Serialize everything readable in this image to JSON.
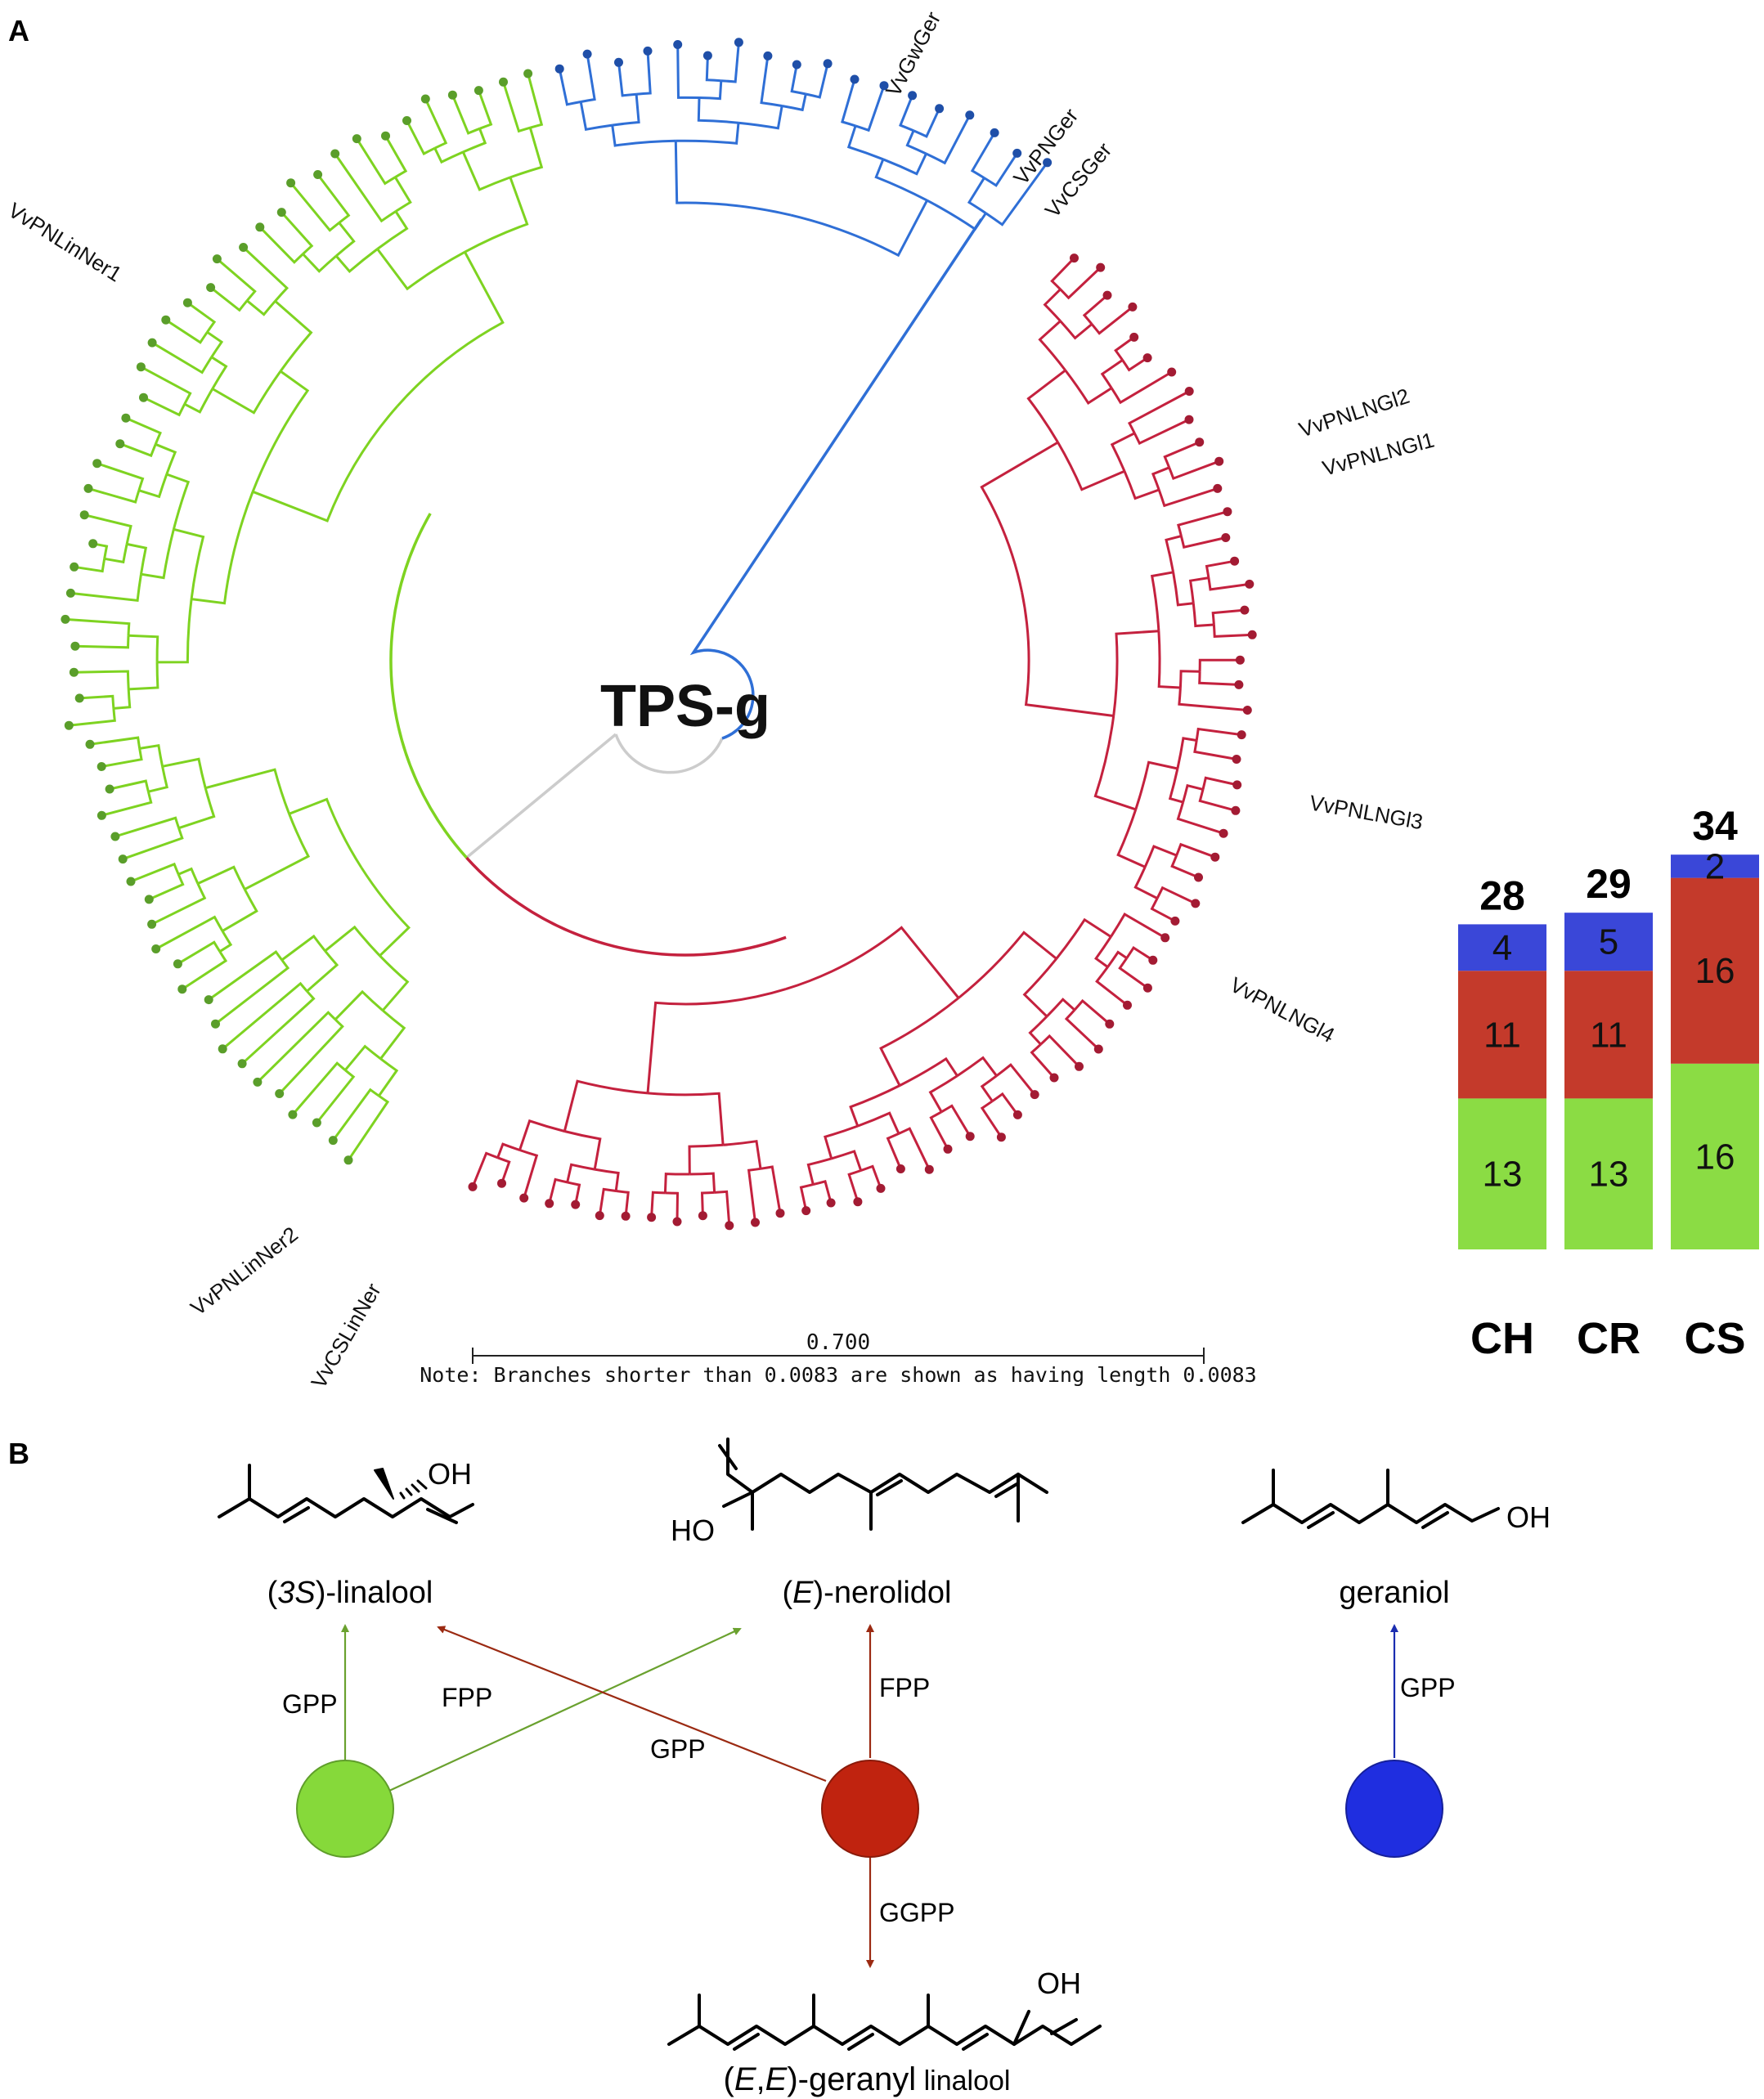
{
  "panel_labels": {
    "a": "A",
    "b": "B"
  },
  "colors": {
    "green": "#7ed321",
    "green_dark": "#5a9e2a",
    "red": "#c4213e",
    "red_node": "#a31b33",
    "blue": "#2f6fd6",
    "blue_node": "#1f4fa8",
    "gray": "#cccccc",
    "bar_blue": "#3a47d8",
    "bar_red": "#c43a2b",
    "bar_green": "#8bdc44"
  },
  "tree": {
    "center_label": "TPS-g",
    "leaf_labels": {
      "blue": [
        "VvGwGer",
        "VvPNGer",
        "VvCSGer"
      ],
      "red": [
        "VvPNLNGl2",
        "VvPNLNGl1",
        "VvPNLNGl3",
        "VvPNLNGl4"
      ],
      "green": [
        "VvPNLinNer1",
        "VvPNLinNer2",
        "VvCSLinNer"
      ]
    },
    "scale_value": "0.700",
    "note": "Note: Branches shorter than 0.0083 are shown as having length 0.0083"
  },
  "chart_data": {
    "type": "bar",
    "stacked": true,
    "categories": [
      "CH",
      "CR",
      "CS"
    ],
    "totals": [
      "28",
      "29",
      "34"
    ],
    "series": [
      {
        "color": "#8bdc44",
        "values": [
          13,
          13,
          16
        ]
      },
      {
        "color": "#c43a2b",
        "values": [
          11,
          11,
          16
        ]
      },
      {
        "color": "#3a47d8",
        "values": [
          4,
          5,
          2
        ]
      }
    ]
  },
  "panel_b": {
    "products": {
      "linalool": {
        "pre": "(",
        "ital": "3S",
        "post": ")-linalool"
      },
      "nerolidol": {
        "pre": "(",
        "ital": "E",
        "post": ")-nerolidol"
      },
      "geraniol": {
        "text": "geraniol"
      },
      "geranyl_linalool": {
        "pre": "(",
        "ital1": "E",
        "comma": ",",
        "ital2": "E",
        "post": ")-geranyl",
        "small": " linalool"
      }
    },
    "oh": "OH",
    "ho": "HO",
    "arrows": {
      "green_to_linalool": "GPP",
      "green_to_nerolidol": "FPP",
      "red_to_linalool": "GPP",
      "red_to_nerolidol": "FPP",
      "red_to_geranyl": "GGPP",
      "blue_to_geraniol": "GPP"
    }
  }
}
